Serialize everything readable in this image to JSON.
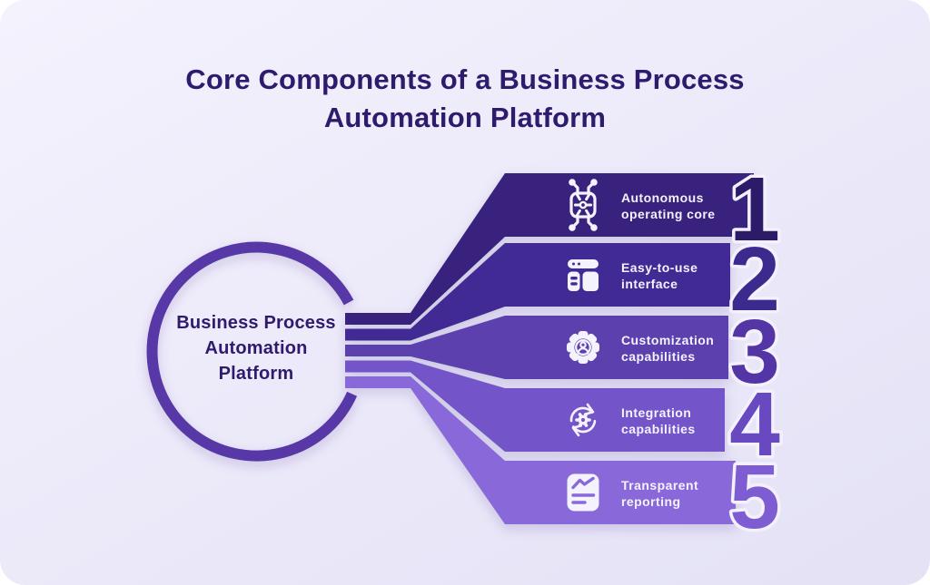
{
  "title": {
    "line1": "Core Components of a Business Process",
    "line2": "Automation Platform"
  },
  "hub": {
    "line1": "Business Process",
    "line2": "Automation",
    "line3": "Platform"
  },
  "items": [
    {
      "number": "1",
      "label_line1": "Autonomous",
      "label_line2": "operating core",
      "icon": "autonomous-core-icon",
      "banner_color": "#37217d",
      "number_color": "#2c1b69"
    },
    {
      "number": "2",
      "label_line1": "Easy-to-use",
      "label_line2": "interface",
      "icon": "app-window-icon",
      "banner_color": "#432b94",
      "number_color": "#3d2a8e"
    },
    {
      "number": "3",
      "label_line1": "Customization",
      "label_line2": "capabilities",
      "icon": "user-gear-icon",
      "banner_color": "#5b40ae",
      "number_color": "#5335a6"
    },
    {
      "number": "4",
      "label_line1": "Integration",
      "label_line2": "capabilities",
      "icon": "sync-gear-icon",
      "banner_color": "#7355c9",
      "number_color": "#6849c0"
    },
    {
      "number": "5",
      "label_line1": "Transparent",
      "label_line2": "reporting",
      "icon": "report-icon",
      "banner_color": "#8968d9",
      "number_color": "#7e5dd3"
    }
  ],
  "colors": {
    "bg_top": "#f4f2fd",
    "bg_bottom": "#e5e2f6",
    "title": "#2f1b6e",
    "ring": "#5839a7",
    "label": "#f4f2fd",
    "number_outline": "#f3f1fd"
  }
}
